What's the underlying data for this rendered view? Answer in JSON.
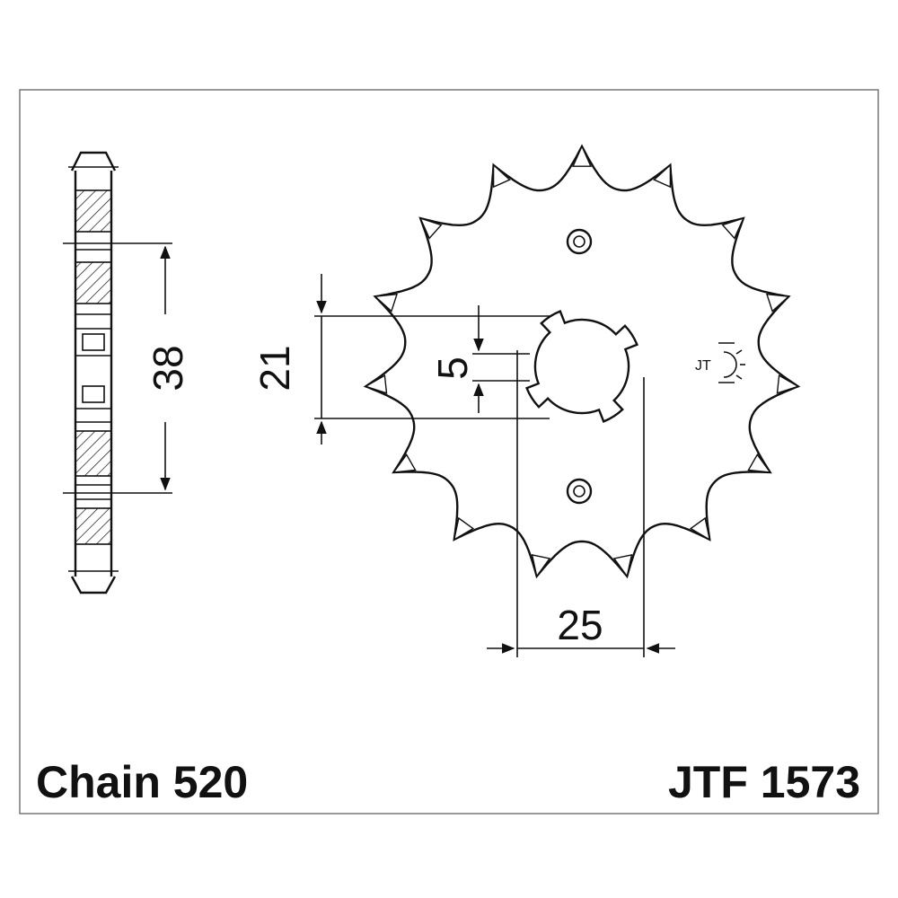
{
  "labels": {
    "chain": "Chain 520",
    "part_number": "JTF 1573"
  },
  "dimensions": {
    "side_height": "38",
    "spline_major": "21",
    "spline_width": "5",
    "spline_pitch": "25"
  },
  "icons": {
    "logo": "jt-sun-logo-icon"
  },
  "sprocket": {
    "teeth": 15
  }
}
